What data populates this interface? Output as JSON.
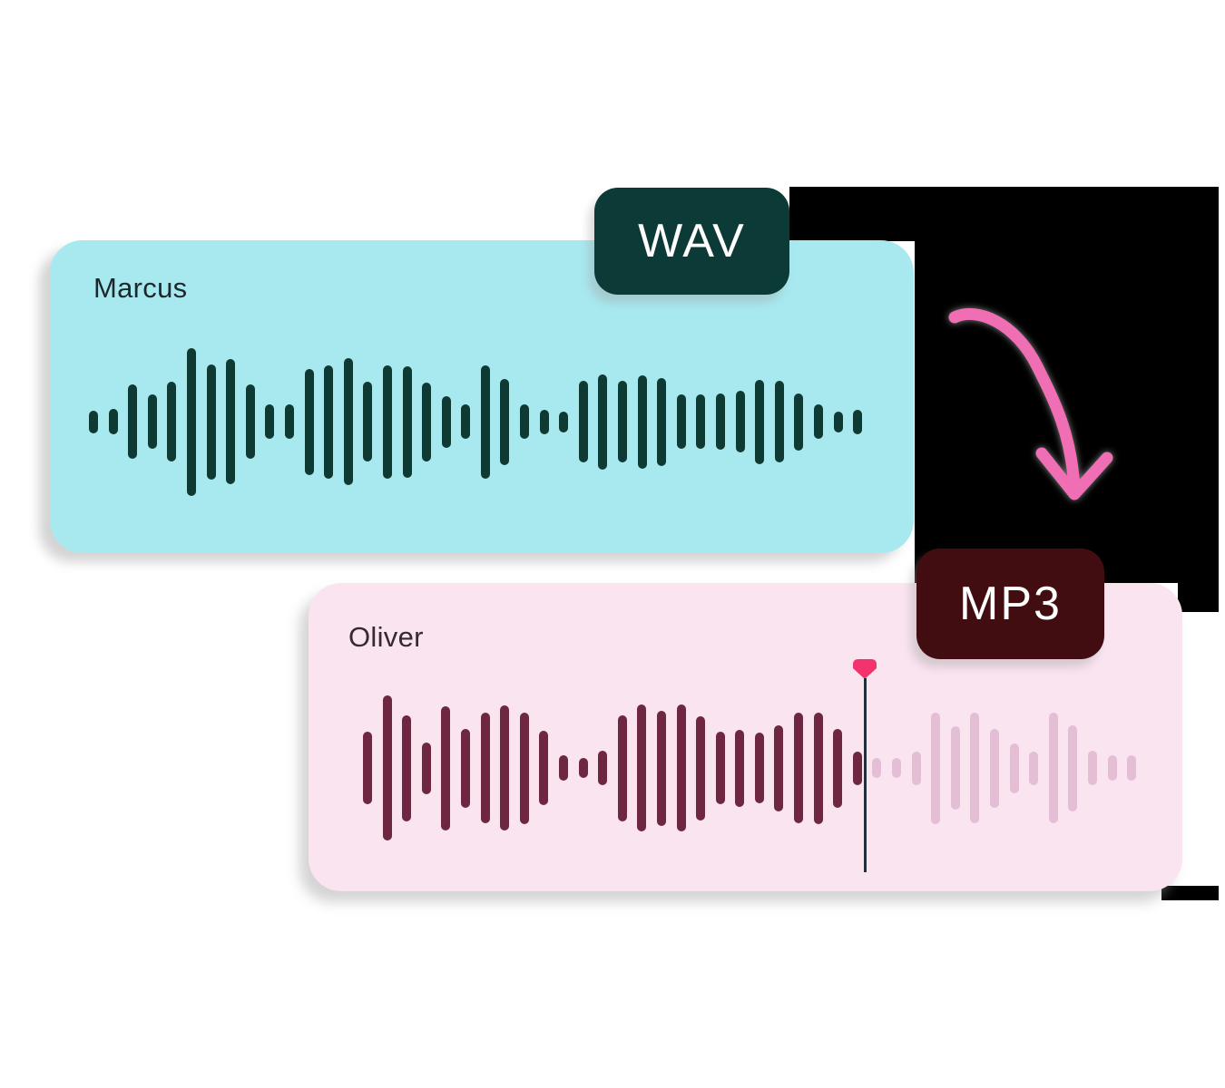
{
  "background": {
    "page_color": "#ffffff",
    "dark_region_color": "#000000"
  },
  "arrow": {
    "color": "#F06FB4",
    "meaning": "convert"
  },
  "cards": {
    "wav": {
      "speaker": "Marcus",
      "format_badge": "WAV",
      "card_color": "#A7E9EF",
      "label_color": "#1E272B",
      "bar_color": "#0F3A33",
      "badge_bg": "#0C3A36",
      "badge_text_color": "#FFFFFF",
      "waveform_heights": [
        25,
        28,
        82,
        60,
        88,
        163,
        127,
        138,
        82,
        38,
        38,
        117,
        125,
        140,
        88,
        125,
        123,
        87,
        57,
        38,
        125,
        95,
        38,
        27,
        23,
        90,
        105,
        90,
        103,
        97,
        60,
        60,
        62,
        68,
        93,
        90,
        63,
        38,
        23,
        27
      ]
    },
    "mp3": {
      "speaker": "Oliver",
      "format_badge": "MP3",
      "card_color": "#FAE4F0",
      "label_color": "#36292F",
      "bar_color_played": "#6E2741",
      "bar_color_remaining": "#E4BED4",
      "badge_bg": "#420D11",
      "badge_text_color": "#FFFFFF",
      "played_bar_count": 26,
      "waveform_heights": [
        80,
        160,
        117,
        57,
        137,
        87,
        122,
        138,
        123,
        82,
        28,
        22,
        38,
        117,
        140,
        127,
        140,
        115,
        80,
        85,
        78,
        95,
        122,
        123,
        87,
        37,
        22,
        22,
        37,
        123,
        92,
        122,
        87,
        55,
        37,
        122,
        95,
        38,
        28,
        28
      ],
      "playhead": {
        "line_color": "#222E3A",
        "pin_color": "#F2336E"
      }
    }
  }
}
